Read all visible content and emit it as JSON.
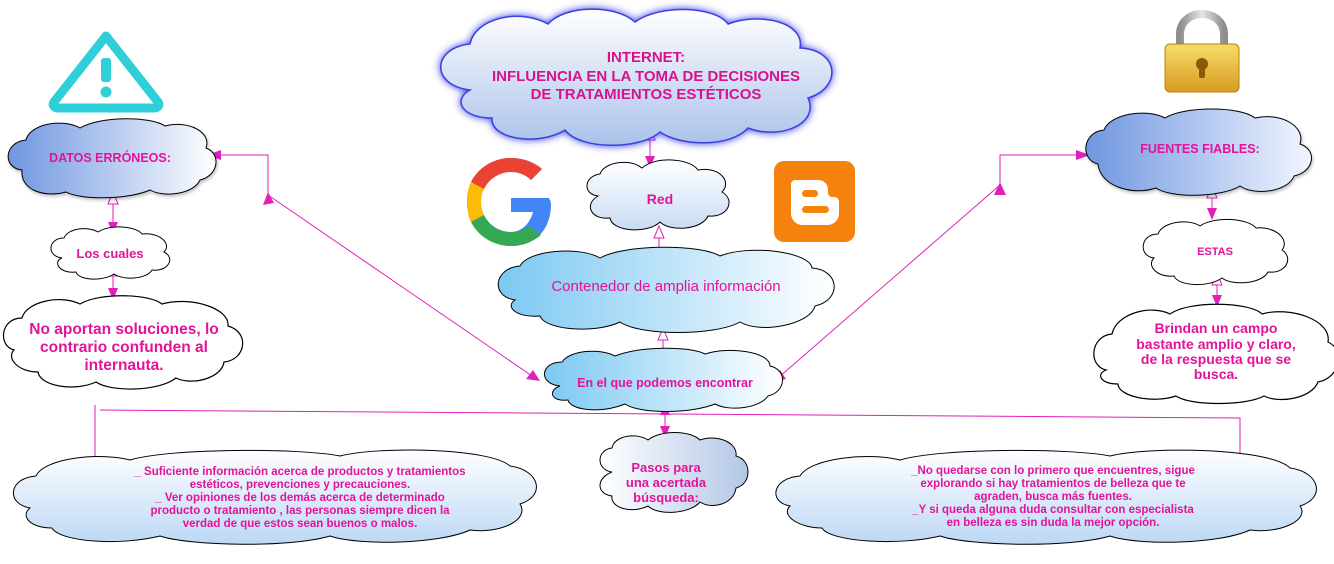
{
  "title_cloud": {
    "line1": "INTERNET:",
    "line2": "INFLUENCIA EN LA TOMA DE DECISIONES",
    "line3": "DE TRATAMIENTOS ESTÉTICOS"
  },
  "red_cloud": {
    "label": "Red"
  },
  "contenedor_cloud": {
    "label": "Contenedor de amplia información"
  },
  "encontrar_cloud": {
    "label": "En el que podemos encontrar"
  },
  "pasos_cloud": {
    "line1": "Pasos para",
    "line2": "una acertada",
    "line3": "búsqueda:"
  },
  "left": {
    "datos": "DATOS ERRÓNEOS:",
    "cuales": "Los cuales",
    "no_aportan": {
      "line1": "No aportan soluciones, lo",
      "line2": "contrario confunden al",
      "line3": "internauta."
    }
  },
  "right": {
    "fuentes": "FUENTES FIABLES:",
    "estas": "ESTAS",
    "brindan": {
      "line1": "Brindan un campo",
      "line2": "bastante amplio y claro,",
      "line3": "de la respuesta que se",
      "line4": "busca."
    }
  },
  "bottom_left": {
    "line1": "_ Suficiente información acerca de productos y tratamientos",
    "line2": "estéticos, prevenciones y precauciones.",
    "line3": "_ Ver opiniones de los demás acerca de determinado",
    "line4": "producto o tratamiento , las personas siempre dicen la",
    "line5": "verdad de que estos sean buenos o malos."
  },
  "bottom_right": {
    "line1": "_No quedarse con lo primero que encuentres, sigue",
    "line2": "explorando si hay tratamientos de belleza que te",
    "line3": "agraden, busca más fuentes.",
    "line4": "_Y si queda alguna duda consultar con especialista",
    "line5": "en belleza es sin duda la mejor opción."
  },
  "icons": [
    "warning-icon",
    "lock-icon",
    "google-logo-icon",
    "blogger-logo-icon"
  ],
  "colors": {
    "text": "#e3139a",
    "arrow": "#e020b8",
    "cloud_fill_light": "#ffffff",
    "cloud_fill_blue": "#7da6e6",
    "warning": "#2ecfd8",
    "blogger": "#f5820d",
    "lock": "#e8b93a"
  }
}
